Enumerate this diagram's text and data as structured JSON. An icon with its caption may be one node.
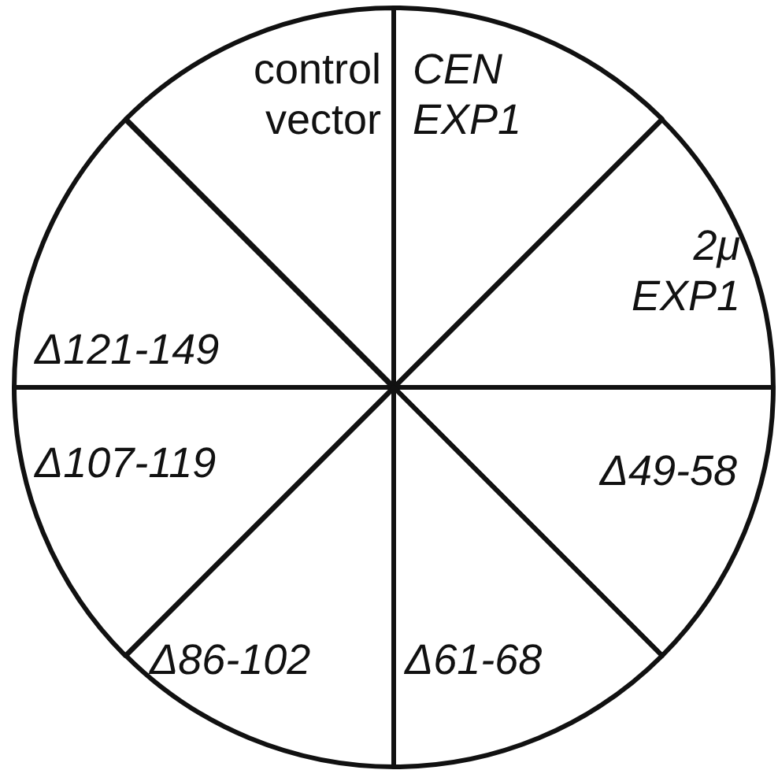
{
  "diagram": {
    "nodes": [
      {
        "text": [
          "control vector"
        ]
      },
      {
        "text": [
          "CEN EXP1"
        ]
      },
      {
        "text": [
          "2μ EXP1"
        ]
      },
      {
        "text": [
          "Δ121-149"
        ]
      },
      {
        "text": [
          "Δ107-119"
        ]
      },
      {
        "text": [
          "Δ49-58"
        ]
      },
      {
        "text": [
          "Δ86-102"
        ]
      },
      {
        "text": [
          "Δ61-68"
        ]
      }
    ]
  }
}
